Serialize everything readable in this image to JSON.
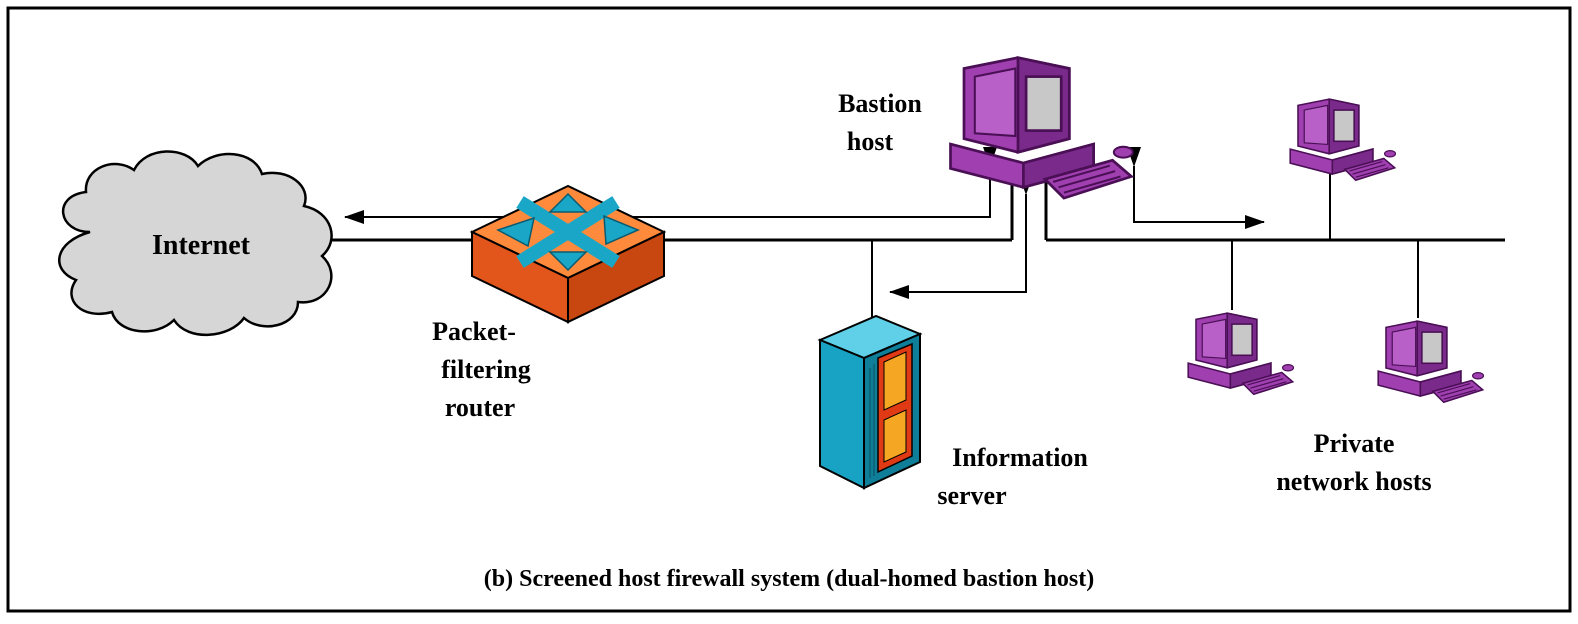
{
  "labels": {
    "internet": "Internet",
    "bastion_line1": "Bastion",
    "bastion_line2": "host",
    "router_line1": "Packet-",
    "router_line2": "filtering",
    "router_line3": "router",
    "server_line1": "Information",
    "server_line2": "server",
    "private_line1": "Private",
    "private_line2": "network hosts"
  },
  "caption": "(b) Screened host firewall system (dual-homed bastion host)",
  "colors": {
    "cloud_fill": "#d6d6d6",
    "router_top": "#ff8a3c",
    "router_side": "#e2561c",
    "router_arrows": "#1aa7c7",
    "computer": "#a040b0",
    "computer_dark": "#6e2480",
    "screen": "#c8c8c8",
    "server_body": "#18a3c4",
    "server_panel": "#e03a14"
  }
}
